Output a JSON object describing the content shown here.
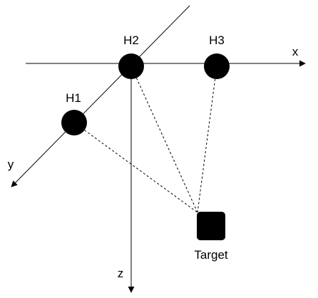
{
  "axes": {
    "x_label": "x",
    "y_label": "y",
    "z_label": "z"
  },
  "nodes": {
    "h1": "H1",
    "h2": "H2",
    "h3": "H3"
  },
  "target": {
    "label": "Target"
  },
  "colors": {
    "ink": "#000000",
    "background": "#ffffff"
  }
}
